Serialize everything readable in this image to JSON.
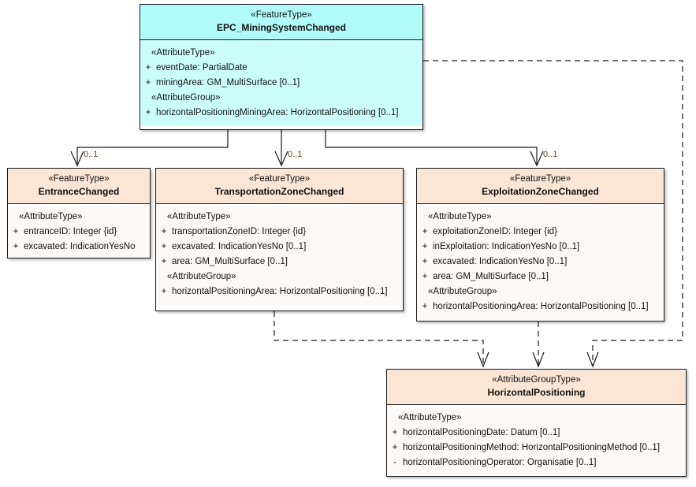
{
  "diagram": {
    "title": "EPC Mining System Changed UML class diagram",
    "colors": {
      "feature_header": "#b2fbfb",
      "feature_body": "#ccfdfd",
      "peach_header": "#fbe5d4",
      "peach_body": "#fdf9f6",
      "border": "#1a1a1a",
      "multiplicity_text": "#6b4a1a"
    }
  },
  "classes": {
    "root": {
      "stereotype": "«FeatureType»",
      "name": "EPC_MiningSystemChanged",
      "compartments": [
        {
          "label": "«AttributeType»",
          "attributes": [
            {
              "visibility": "+",
              "text": "eventDate: PartialDate"
            },
            {
              "visibility": "+",
              "text": "miningArea: GM_MultiSurface [0..1]"
            }
          ]
        },
        {
          "label": "«AttributeGroup»",
          "attributes": [
            {
              "visibility": "+",
              "text": "horizontalPositioningMiningArea: HorizontalPositioning [0..1]"
            }
          ]
        }
      ]
    },
    "entrance": {
      "stereotype": "«FeatureType»",
      "name": "EntranceChanged",
      "compartments": [
        {
          "label": "«AttributeType»",
          "attributes": [
            {
              "visibility": "+",
              "text": "entranceID: Integer {id}"
            },
            {
              "visibility": "+",
              "text": "excavated: IndicationYesNo"
            }
          ]
        }
      ]
    },
    "transportation": {
      "stereotype": "«FeatureType»",
      "name": "TransportationZoneChanged",
      "compartments": [
        {
          "label": "«AttributeType»",
          "attributes": [
            {
              "visibility": "+",
              "text": "transportationZoneID: Integer {id}"
            },
            {
              "visibility": "+",
              "text": "excavated: IndicationYesNo [0..1]"
            },
            {
              "visibility": "+",
              "text": "area: GM_MultiSurface [0..1]"
            }
          ]
        },
        {
          "label": "«AttributeGroup»",
          "attributes": [
            {
              "visibility": "+",
              "text": "horizontalPositioningArea: HorizontalPositioning [0..1]"
            }
          ]
        }
      ]
    },
    "exploitation": {
      "stereotype": "«FeatureType»",
      "name": "ExploitationZoneChanged",
      "compartments": [
        {
          "label": "«AttributeType»",
          "attributes": [
            {
              "visibility": "+",
              "text": "exploitationZoneID: Integer {id}"
            },
            {
              "visibility": "+",
              "text": "inExploitation: IndicationYesNo [0..1]"
            },
            {
              "visibility": "+",
              "text": "excavated: IndicationYesNo [0..1]"
            },
            {
              "visibility": "+",
              "text": "area: GM_MultiSurface [0..1]"
            }
          ]
        },
        {
          "label": "«AttributeGroup»",
          "attributes": [
            {
              "visibility": "+",
              "text": "horizontalPositioningArea: HorizontalPositioning [0..1]"
            }
          ]
        }
      ]
    },
    "horizontalpositioning": {
      "stereotype": "«AttributeGroupType»",
      "name": "HorizontalPositioning",
      "compartments": [
        {
          "label": "«AttributeType»",
          "attributes": [
            {
              "visibility": "+",
              "text": "horizontalPositioningDate: Datum [0..1]"
            },
            {
              "visibility": "+",
              "text": "horizontalPositioningMethod: HorizontalPositioningMethod [0..1]"
            },
            {
              "visibility": "-",
              "text": "horizontalPositioningOperator: Organisatie [0..1]"
            }
          ]
        }
      ]
    }
  },
  "associations": [
    {
      "from": "root",
      "to": "entrance",
      "multiplicity": "0..1"
    },
    {
      "from": "root",
      "to": "transportation",
      "multiplicity": "0..1"
    },
    {
      "from": "root",
      "to": "exploitation",
      "multiplicity": "0..1"
    }
  ],
  "dependencies": [
    {
      "from": "root",
      "to": "horizontalpositioning"
    },
    {
      "from": "transportation",
      "to": "horizontalpositioning"
    },
    {
      "from": "exploitation",
      "to": "horizontalpositioning"
    }
  ]
}
